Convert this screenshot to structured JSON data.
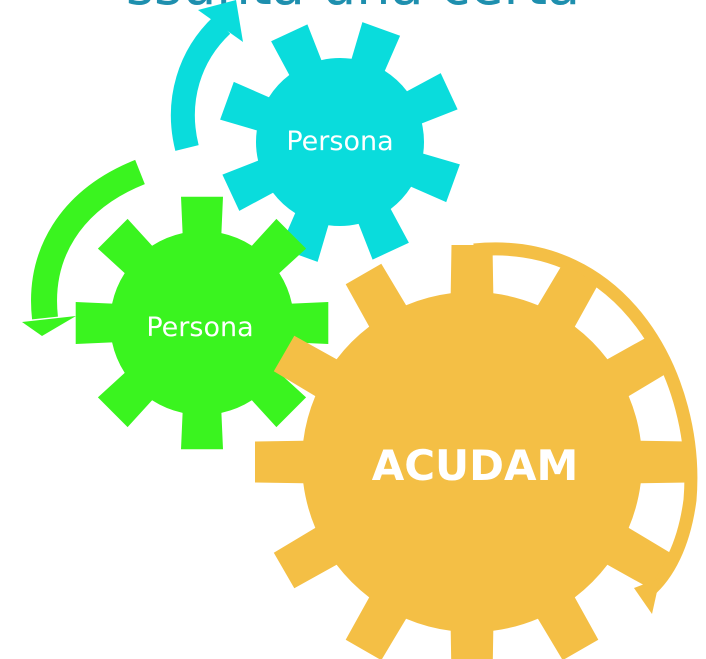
{
  "title": "ssunta una certa",
  "gears": {
    "top": {
      "label": "Persona",
      "color": "#0ADCDC"
    },
    "middle": {
      "label": "Persona",
      "color": "#3AF41F"
    },
    "large": {
      "label": "ACUDAM",
      "color": "#F4BF45"
    }
  },
  "arrows": {
    "cyan": "#0ADCDC",
    "green": "#3AF41F",
    "yellow": "#F4BF45"
  },
  "label_color": "#FFFFFF",
  "title_color": "#1E8FAE"
}
